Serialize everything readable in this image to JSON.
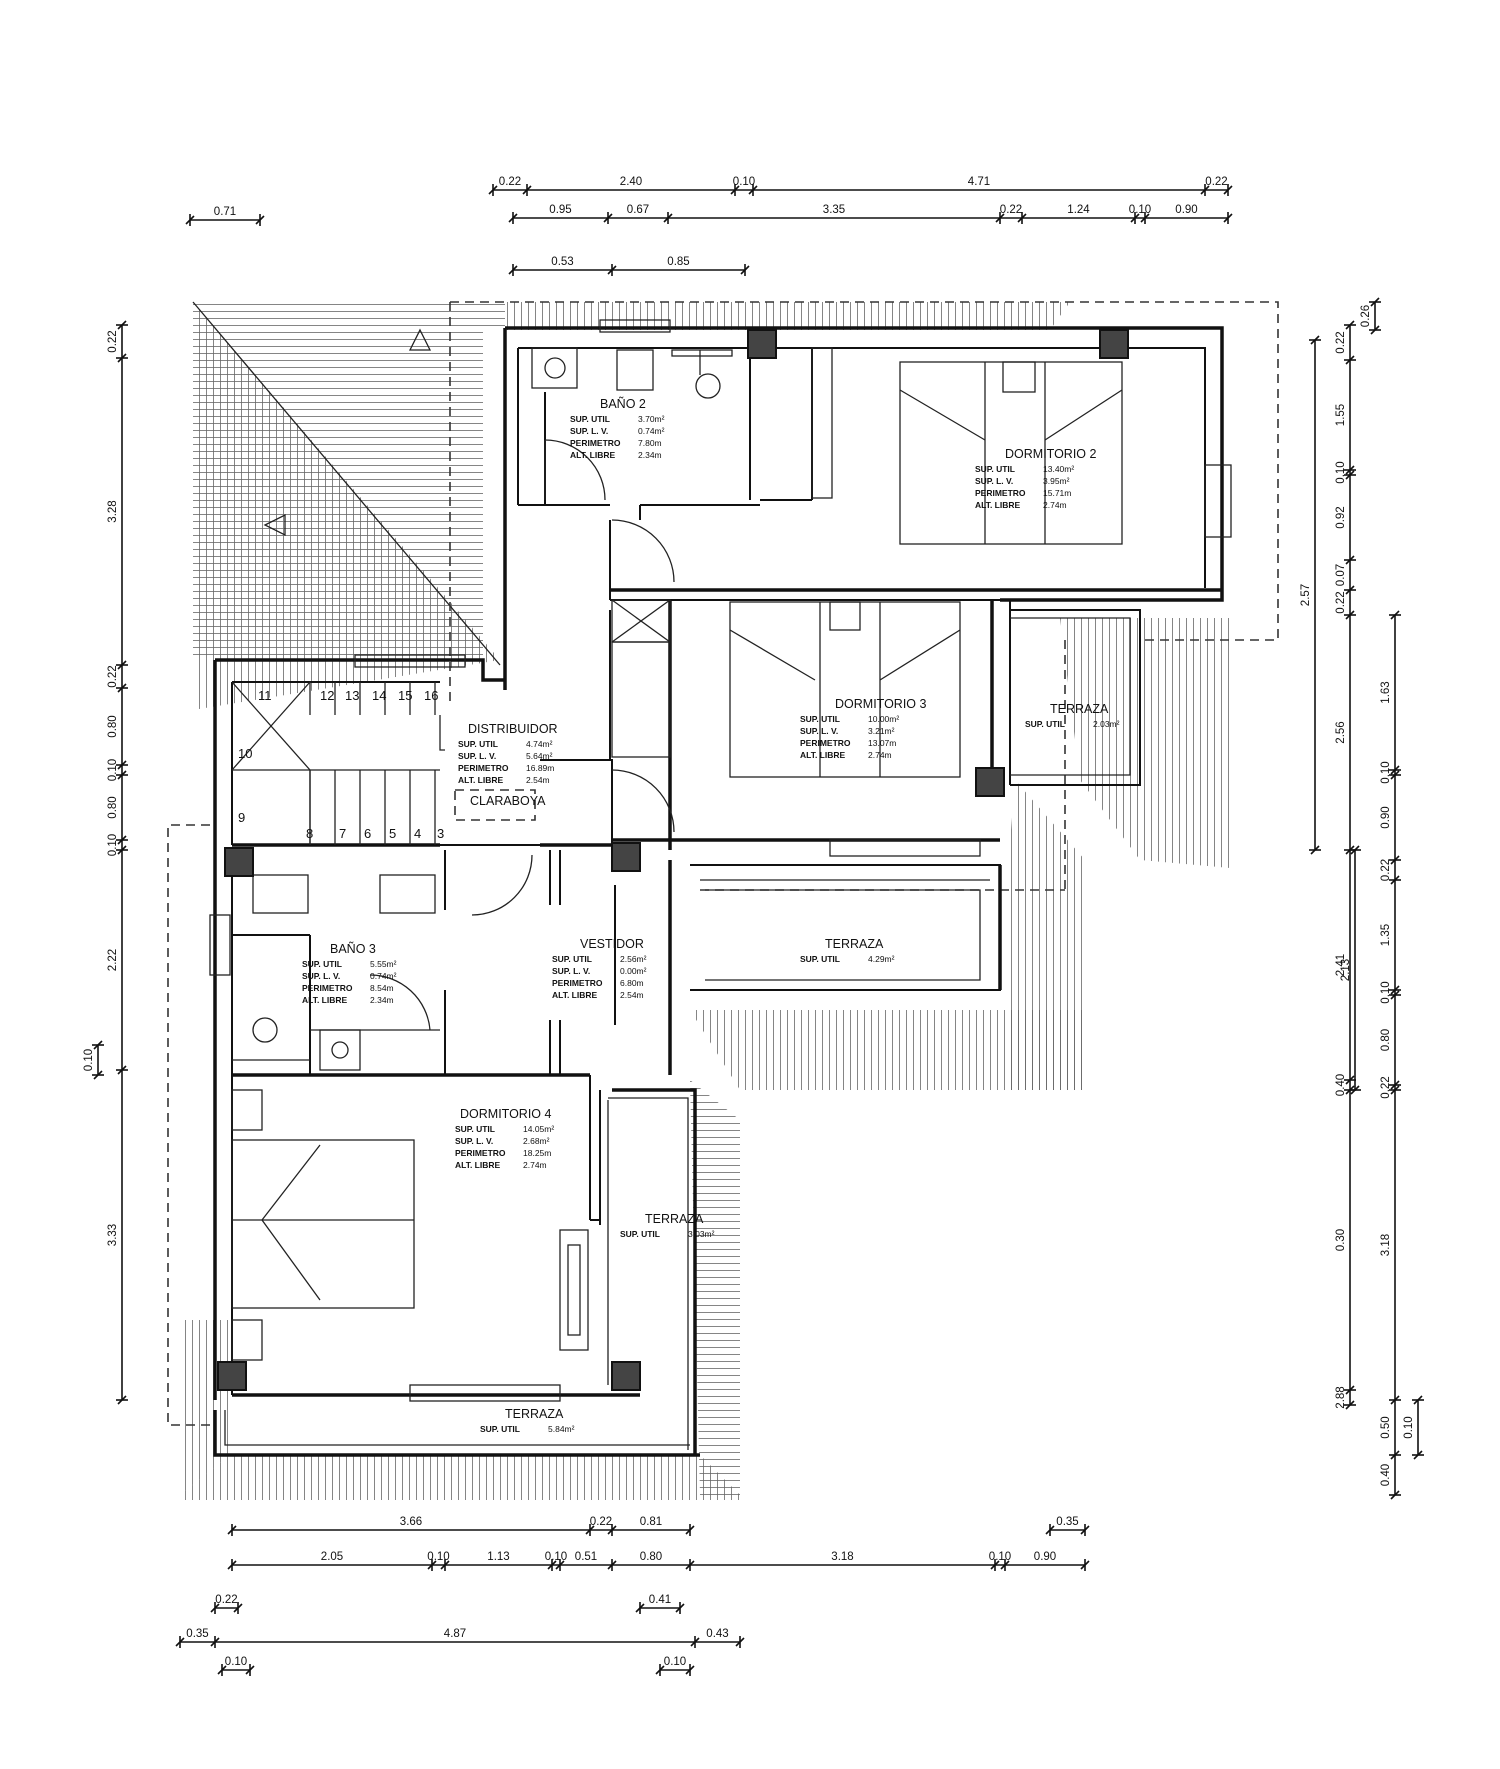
{
  "rooms": {
    "bano2": {
      "name": "BAÑO 2",
      "rows": [
        {
          "label": "SUP. UTIL",
          "value": "3.70m²"
        },
        {
          "label": "SUP. L. V.",
          "value": "0.74m²"
        },
        {
          "label": "PERIMETRO",
          "value": "7.80m"
        },
        {
          "label": "ALT. LIBRE",
          "value": "2.34m"
        }
      ]
    },
    "dormitorio2": {
      "name": "DORMITORIO 2",
      "rows": [
        {
          "label": "SUP. UTIL",
          "value": "13.40m²"
        },
        {
          "label": "SUP. L. V.",
          "value": "3.95m²"
        },
        {
          "label": "PERIMETRO",
          "value": "15.71m"
        },
        {
          "label": "ALT. LIBRE",
          "value": "2.74m"
        }
      ]
    },
    "dormitorio3": {
      "name": "DORMITORIO 3",
      "rows": [
        {
          "label": "SUP. UTIL",
          "value": "10.00m²"
        },
        {
          "label": "SUP. L. V.",
          "value": "3.21m²"
        },
        {
          "label": "PERIMETRO",
          "value": "13.07m"
        },
        {
          "label": "ALT. LIBRE",
          "value": "2.74m"
        }
      ]
    },
    "distribuidor": {
      "name": "DISTRIBUIDOR",
      "rows": [
        {
          "label": "SUP. UTIL",
          "value": "4.74m²"
        },
        {
          "label": "SUP. L. V.",
          "value": "5.64m²"
        },
        {
          "label": "PERIMETRO",
          "value": "16.89m"
        },
        {
          "label": "ALT. LIBRE",
          "value": "2.54m"
        }
      ]
    },
    "bano3": {
      "name": "BAÑO 3",
      "rows": [
        {
          "label": "SUP. UTIL",
          "value": "5.55m²"
        },
        {
          "label": "SUP. L. V.",
          "value": "0.74m²"
        },
        {
          "label": "PERIMETRO",
          "value": "8.54m"
        },
        {
          "label": "ALT. LIBRE",
          "value": "2.34m"
        }
      ]
    },
    "vestidor": {
      "name": "VESTIDOR",
      "rows": [
        {
          "label": "SUP. UTIL",
          "value": "2.56m²"
        },
        {
          "label": "SUP. L. V.",
          "value": "0.00m²"
        },
        {
          "label": "PERIMETRO",
          "value": "6.80m"
        },
        {
          "label": "ALT. LIBRE",
          "value": "2.54m"
        }
      ]
    },
    "dormitorio4": {
      "name": "DORMITORIO 4",
      "rows": [
        {
          "label": "SUP. UTIL",
          "value": "14.05m²"
        },
        {
          "label": "SUP. L. V.",
          "value": "2.68m²"
        },
        {
          "label": "PERIMETRO",
          "value": "18.25m"
        },
        {
          "label": "ALT. LIBRE",
          "value": "2.74m"
        }
      ]
    },
    "terraza_d3": {
      "name": "TERRAZA",
      "rows": [
        {
          "label": "SUP. UTIL",
          "value": "2.03m²"
        }
      ]
    },
    "terraza_center": {
      "name": "TERRAZA",
      "rows": [
        {
          "label": "SUP. UTIL",
          "value": "4.29m²"
        }
      ]
    },
    "terraza_side": {
      "name": "TERRAZA",
      "rows": [
        {
          "label": "SUP. UTIL",
          "value": "3.03m²"
        }
      ]
    },
    "terraza_bottom": {
      "name": "TERRAZA",
      "rows": [
        {
          "label": "SUP. UTIL",
          "value": "5.84m²"
        }
      ]
    }
  },
  "claraboya": "CLARABOYA",
  "stair_numbers": [
    "3",
    "4",
    "5",
    "6",
    "7",
    "8",
    "9",
    "10",
    "11",
    "12",
    "13",
    "14",
    "15",
    "16"
  ],
  "dims": {
    "top_row1": [
      "0.22",
      "2.40",
      "0.10",
      "4.71",
      "0.22"
    ],
    "top_row2": [
      "0.95",
      "0.67",
      "3.35",
      "0.22",
      "1.24",
      "0.10",
      "0.90"
    ],
    "top_row3": [
      "0.53",
      "0.85"
    ],
    "top_left": "0.71",
    "left_col": [
      "0.22",
      "3.28",
      "0.22",
      "0.80",
      "0.10",
      "0.80",
      "0.10",
      "2.22",
      "3.33"
    ],
    "left_small": "0.10",
    "right_col1": [
      "0.22",
      "1.55",
      "2.57",
      "0.10",
      "0.92",
      "0.07",
      "0.22",
      "2.56",
      "2.41",
      "0.40",
      "0.30",
      "2.88"
    ],
    "right_col1_top": "0.26",
    "right_col2": [
      "1.63",
      "0.10",
      "0.90",
      "0.22",
      "1.35",
      "2.13",
      "0.10",
      "0.80",
      "0.22",
      "0.10",
      "3.18",
      "0.50",
      "0.40"
    ],
    "right_small": "0.10",
    "bottom_row1": [
      "3.66",
      "0.22",
      "0.81",
      "0.35"
    ],
    "bottom_row2": [
      "2.05",
      "0.10",
      "1.13",
      "0.10",
      "0.51",
      "0.80",
      "3.18",
      "0.10",
      "0.90"
    ],
    "bottom_row3": [
      "0.22",
      "0.41"
    ],
    "bottom_row4": [
      "0.35",
      "4.87",
      "0.43"
    ],
    "bottom_row5": [
      "0.10",
      "0.10"
    ]
  }
}
